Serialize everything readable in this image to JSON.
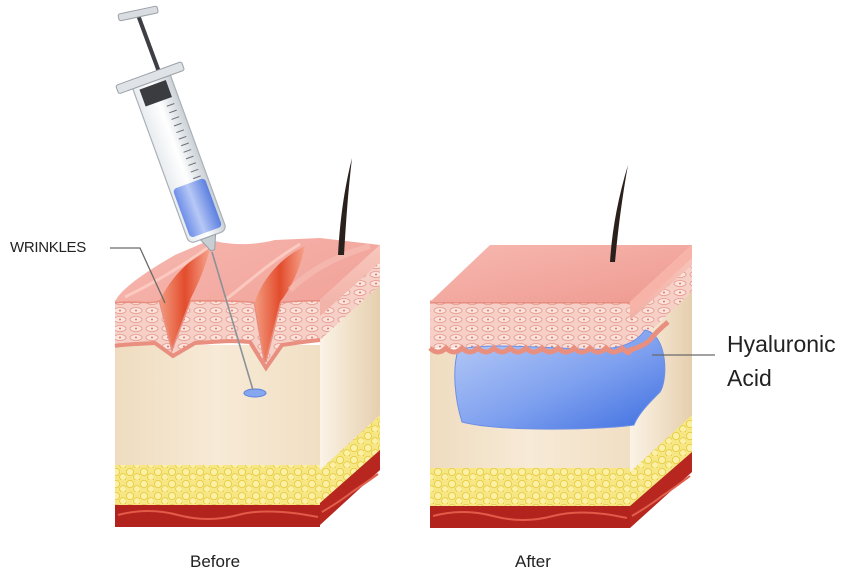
{
  "labels": {
    "wrinkles": "WRINKLES",
    "hyaluronic_line1": "Hyaluronic",
    "hyaluronic_line2": "Acid",
    "before": "Before",
    "after": "After"
  },
  "colors": {
    "skin_surface": "#f2a09a",
    "wrinkle_fold": "#e25a3c",
    "dermis": "#f3e2c6",
    "fat_layer": "#f3dc53",
    "muscle_layer": "#b3231d",
    "hyaluronic_gel": "#6f97ec",
    "hair": "#2b211c"
  },
  "icons": [
    "syringe-icon",
    "needle-icon",
    "hair-icon",
    "skin-block-before",
    "skin-block-after",
    "hyaluronic-gel"
  ]
}
